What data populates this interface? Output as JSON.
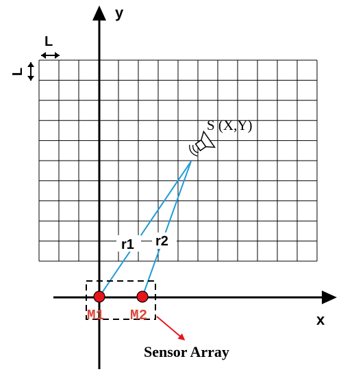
{
  "labels": {
    "y_axis": "y",
    "x_axis": "x",
    "cell_width": "L",
    "cell_height": "L",
    "source": "S (X,Y)",
    "r1": "r1",
    "r2": "r2",
    "mic1": "M1",
    "mic2": "M2",
    "sensor_array": "Sensor Array"
  },
  "grid": {
    "columns": 14,
    "rows": 10
  },
  "colors": {
    "axis": "#000000",
    "grid": "#000000",
    "ray": "#1e9bd7",
    "mic_fill": "#e8141b",
    "mic_label": "#d9483b",
    "arrow": "#e8141b",
    "text": "#000000"
  },
  "icons": {
    "source": "speaker-icon"
  }
}
